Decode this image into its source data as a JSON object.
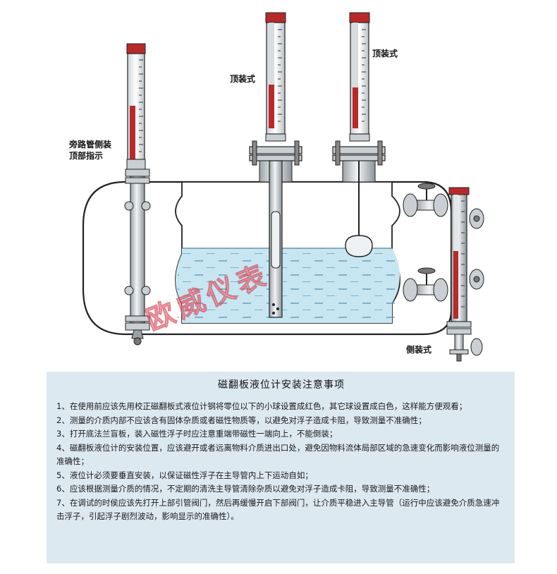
{
  "labels": {
    "bypass_side": [
      "旁路管侧装",
      "顶部指示"
    ],
    "top_mount_1": "顶装式",
    "top_mount_2": "顶装式",
    "side_mount": "侧装式"
  },
  "watermark": "欧威仪表",
  "notes": {
    "title": "磁翻板液位计安装注意事项",
    "items": [
      "1、在使用前应该先用校正磁翻板式液位计钢将零位以下的小球设置成红色，其它球设置成白色，这样能方便观看；",
      "2、测量的介质内部不应该含有固体杂质或者磁性物质等，以避免对浮子造成卡阻，导致测量不准确性；",
      "3、打开底法兰盲板，装入磁性浮子时应注意重端带磁性一端向上，不能倒装；",
      "4、磁翻板液位计的安装位置，应该避开或者远离物料介质进出口处，避免因物料流体局部区域的急速变化而影响液位测量的准确性；",
      "5、液位计必须要垂直安装，以保证磁性浮子在主导管内上下运动自如；",
      "6、应该根据测量介质的情况，不定期的清洗主导管清除杂质以避免对浮子造成卡阻，导致测量不准确性；",
      "7、在调试的时侯应该先打开上部引管阀门，然后再缓慢开启下部阀门，让介质平稳进入主导管（运行中应该避免介质急速冲击浮子，引起浮子剧烈波动，影响显示的准确性）。"
    ]
  },
  "colors": {
    "water": "#c8e6f2",
    "indicator_red": "#b82a2a",
    "notes_bg": "#dde9f1"
  }
}
